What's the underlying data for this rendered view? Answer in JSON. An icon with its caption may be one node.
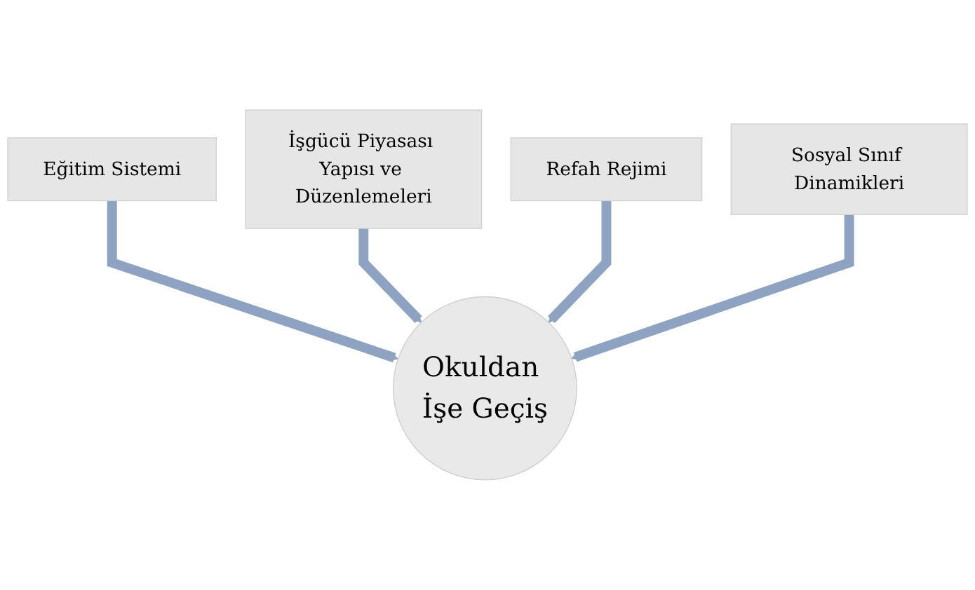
{
  "diagram": {
    "nodes": [
      {
        "text": [
          "Eğitim Sistemi"
        ]
      },
      {
        "text": [
          "İşgücü Piyasası Yapısı ve Düzenlemeleri"
        ]
      },
      {
        "text": [
          "Refah Rejimi"
        ]
      },
      {
        "text": [
          "Sosyal Sınıf Dinamikleri"
        ]
      },
      {
        "text": [
          "Okuldan İşe Geçiş"
        ]
      }
    ],
    "edges": [
      {
        "from": 0,
        "to": 4,
        "arrow": "to"
      },
      {
        "from": 1,
        "to": 4,
        "arrow": "to"
      },
      {
        "from": 2,
        "to": 4,
        "arrow": "to"
      },
      {
        "from": 3,
        "to": 4,
        "arrow": "to"
      }
    ]
  }
}
